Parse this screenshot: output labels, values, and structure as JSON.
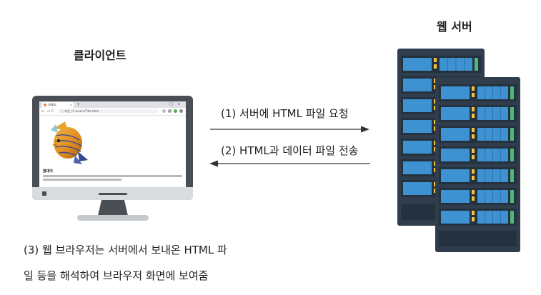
{
  "client": {
    "title": "클라이언트"
  },
  "server": {
    "title": "웹 서버"
  },
  "arrows": {
    "request": "(1) 서버에 HTML 파일 요청",
    "response": "(2) HTML과 데이터 파일 전송"
  },
  "caption": {
    "line1": "(3) 웹 브라우저는 서버에서 보내온 HTML 파",
    "line2": "일 등을 해석하여 브라우저 화면에 보여줌"
  },
  "browser": {
    "tab_title": "rtiNdc",
    "tab_close": "×",
    "new_tab": "+",
    "address": "ⓘ 파일 | C:/users/Title.html",
    "window_controls": [
      "–",
      "□",
      "×"
    ],
    "nav": [
      "←",
      "→",
      "C"
    ],
    "page_heading": "열대어"
  },
  "colors": {
    "monitor": "#4a4e55",
    "monitor_chin": "#d9dcdf",
    "server_frame": "#2f3d4c",
    "server_panel": "#3f92d2",
    "server_led_yellow": "#f6c238",
    "server_led_green": "#4fb878",
    "arrow": "#333333"
  },
  "icons": [
    "fish-illustration-icon",
    "arrow-right-icon",
    "arrow-left-icon",
    "server-rack-icon",
    "monitor-icon"
  ]
}
